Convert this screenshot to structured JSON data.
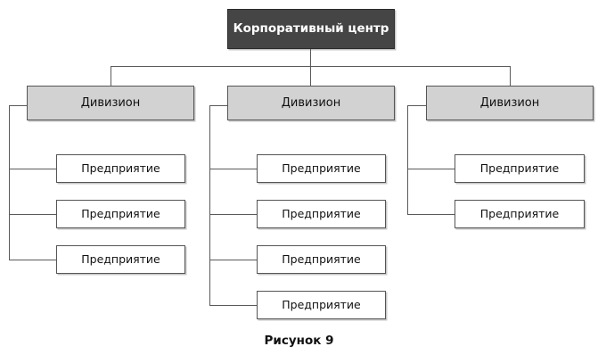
{
  "diagram": {
    "title_caption": "Рисунок 9",
    "root": {
      "label": "Корпоративный центр",
      "fill": "#454545",
      "text_color": "#ffffff"
    },
    "division_label": "Дивизион",
    "enterprise_label": "Предприятие",
    "colors": {
      "division_fill": "#d2d2d2",
      "enterprise_fill": "#ffffff",
      "border": "#555555",
      "connector": "#5a5a5a",
      "text": "#111111"
    },
    "columns": [
      {
        "division": "Дивизион",
        "enterprises": [
          "Предприятие",
          "Предприятие",
          "Предприятие"
        ]
      },
      {
        "division": "Дивизион",
        "enterprises": [
          "Предприятие",
          "Предприятие",
          "Предприятие",
          "Предприятие"
        ]
      },
      {
        "division": "Дивизион",
        "enterprises": [
          "Предприятие",
          "Предприятие"
        ]
      }
    ]
  }
}
